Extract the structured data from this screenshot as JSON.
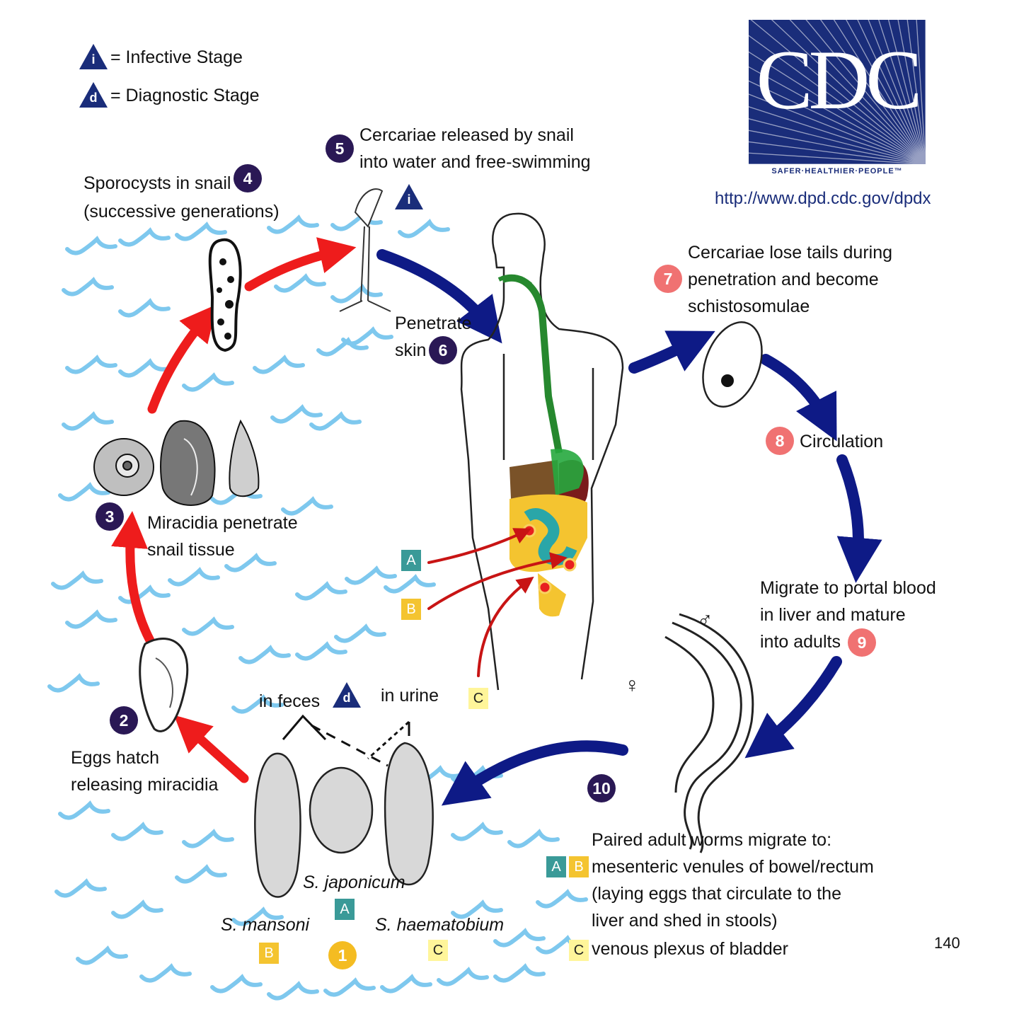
{
  "legend": {
    "infective_symbol": "i",
    "infective_label": "= Infective Stage",
    "diagnostic_symbol": "d",
    "diagnostic_label": "= Diagnostic Stage"
  },
  "logo": {
    "letters": "CDC",
    "tagline": "SAFER·HEALTHIER·PEOPLE™",
    "url": "http://www.dpd.cdc.gov/dpdx"
  },
  "steps": {
    "s1": "1",
    "s2": "2",
    "s3": "3",
    "s4": "4",
    "s5": "5",
    "s6": "6",
    "s7": "7",
    "s8": "8",
    "s9": "9",
    "s10": "10"
  },
  "labels": {
    "step5_line1": "Cercariae released by snail",
    "step5_line2": "into water and free-swimming",
    "step4_line1": "Sporocysts in snail",
    "step4_line2": "(successive generations)",
    "step6_line1": "Penetrate",
    "step6_line2": "skin",
    "step7_line1": "Cercariae lose tails during",
    "step7_line2": "penetration and become",
    "step7_line3": "schistosomulae",
    "step8": "Circulation",
    "step9_line1": "Migrate to portal blood",
    "step9_line2": "in liver and mature",
    "step9_line3": "into adults",
    "step3_line1": "Miracidia penetrate",
    "step3_line2": "snail tissue",
    "step2_line1": "Eggs hatch",
    "step2_line2": "releasing miracidia",
    "in_feces": "in feces",
    "in_urine": "in urine",
    "step10_line1": "Paired adult worms migrate to:",
    "step10_line2": "mesenteric venules of bowel/rectum",
    "step10_line3": "(laying eggs that circulate to the",
    "step10_line4": "liver and shed in stools)",
    "step10_line5": "venous plexus of bladder",
    "s_japonicum": "S. japonicum",
    "s_mansoni": "S. mansoni",
    "s_haematobium": "S. haematobium",
    "male_symbol": "♂",
    "female_symbol": "♀"
  },
  "species_tags": {
    "A": "A",
    "B": "B",
    "C": "C"
  },
  "page_number": "140",
  "colors": {
    "logo_blue": "#1a2d7a",
    "stage_dark": "#2a1855",
    "stage_pink": "#f07272",
    "stage_gold": "#f4bc22",
    "arrow_red": "#ee1c1c",
    "arrow_blue": "#0e1a86",
    "water_blue": "#7ec8ee",
    "tag_teal": "#3a9a98",
    "tag_gold": "#f4c430",
    "tag_yellow": "#fff59a"
  }
}
